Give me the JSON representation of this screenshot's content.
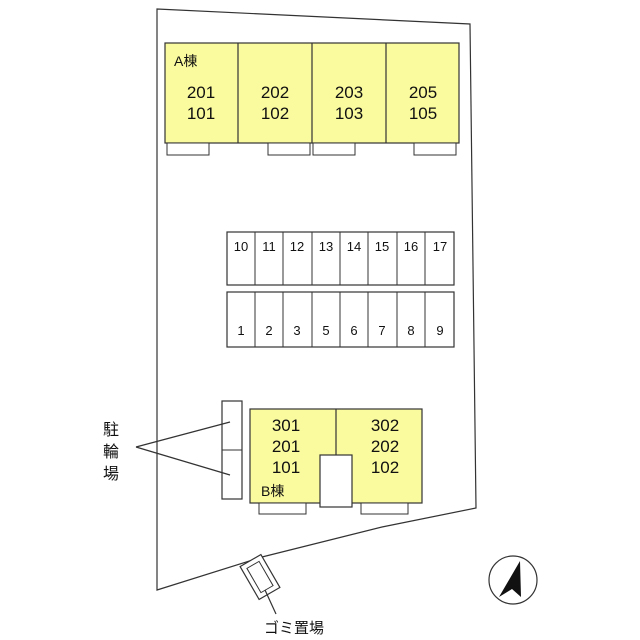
{
  "colors": {
    "building_fill": "#fafa9e",
    "outline": "#333333",
    "background": "#ffffff"
  },
  "building_a": {
    "label": "A棟",
    "units": [
      {
        "upper": "201",
        "lower": "101"
      },
      {
        "upper": "202",
        "lower": "102"
      },
      {
        "upper": "203",
        "lower": "103"
      },
      {
        "upper": "205",
        "lower": "105"
      }
    ]
  },
  "parking": {
    "top_row": [
      "10",
      "11",
      "12",
      "13",
      "14",
      "15",
      "16",
      "17"
    ],
    "bottom_row": [
      "1",
      "2",
      "3",
      "5",
      "6",
      "7",
      "8",
      "9"
    ]
  },
  "building_b": {
    "label": "B棟",
    "units": [
      {
        "lines": [
          "301",
          "201",
          "101"
        ]
      },
      {
        "lines": [
          "302",
          "202",
          "102"
        ]
      }
    ]
  },
  "bicycle_parking_label": [
    "駐",
    "輪",
    "場"
  ],
  "garbage_label": "ゴミ置場",
  "compass": {
    "icon": "north-arrow-icon"
  }
}
